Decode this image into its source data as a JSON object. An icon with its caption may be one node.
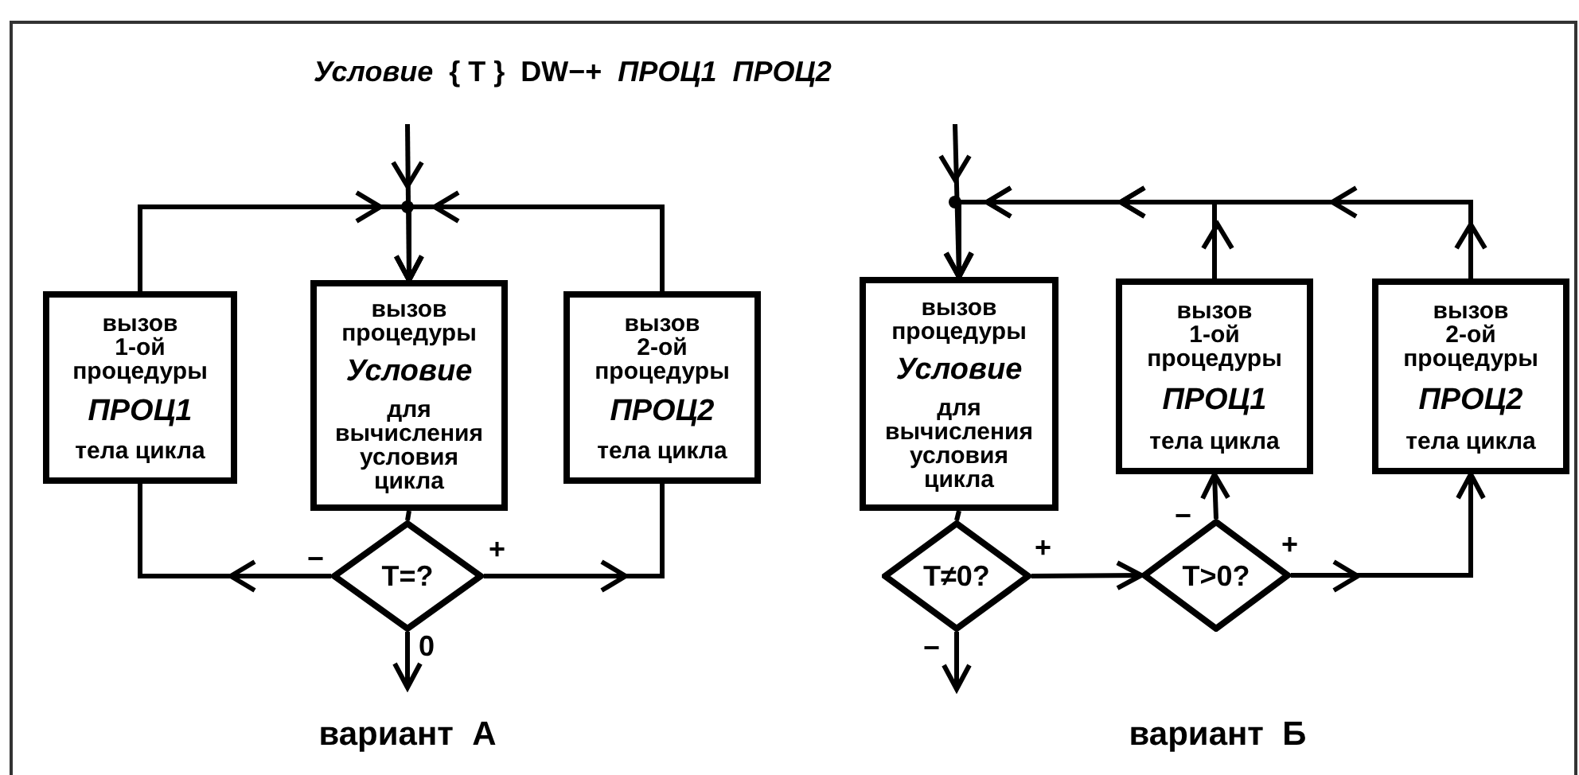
{
  "diagram": {
    "title": "*Условие*  { T }  DW−+  *ПРОЦ1*  *ПРОЦ2*",
    "nodes": [
      {
        "text": [
          "вызов 1-ой процедуры",
          "ПРОЦ1",
          "тела цикла"
        ]
      },
      {
        "text": [
          "вызов процедуры",
          "Условие",
          "для вычисления условия цикла"
        ]
      },
      {
        "text": [
          "вызов 2-ой процедуры",
          "ПРОЦ2",
          "тела цикла"
        ]
      },
      {
        "text": [
          "T=?"
        ]
      },
      {
        "text": [
          "вызов процедуры",
          "Условие",
          "для вычисления условия цикла"
        ]
      },
      {
        "text": [
          "вызов 1-ой процедуры",
          "ПРОЦ1",
          "тела цикла"
        ]
      },
      {
        "text": [
          "вызов 2-ой процедуры",
          "ПРОЦ2",
          "тела цикла"
        ]
      },
      {
        "text": [
          "T≠0?"
        ]
      },
      {
        "text": [
          "T>0?"
        ]
      }
    ],
    "edges": [
      {
        "from": null,
        "to": 1,
        "arrow": "to"
      },
      {
        "from": 0,
        "to": 1,
        "arrow": "to"
      },
      {
        "from": 2,
        "to": 1,
        "arrow": "to"
      },
      {
        "from": 1,
        "to": 3,
        "arrow": "none"
      },
      {
        "from": 3,
        "to": 0,
        "arrow": "to",
        "label": "−"
      },
      {
        "from": 3,
        "to": 2,
        "arrow": "to",
        "label": "+"
      },
      {
        "from": 3,
        "to": null,
        "arrow": "to",
        "label": "0"
      },
      {
        "from": null,
        "to": 4,
        "arrow": "to"
      },
      {
        "from": 5,
        "to": 4,
        "arrow": "to"
      },
      {
        "from": 6,
        "to": 4,
        "arrow": "to"
      },
      {
        "from": 4,
        "to": 7,
        "arrow": "none"
      },
      {
        "from": 7,
        "to": 8,
        "arrow": "to",
        "label": "+"
      },
      {
        "from": 7,
        "to": null,
        "arrow": "to",
        "label": "−"
      },
      {
        "from": 8,
        "to": 5,
        "arrow": "to",
        "label": "−"
      },
      {
        "from": 8,
        "to": 6,
        "arrow": "to",
        "label": "+"
      }
    ],
    "labels": [
      "вариант  А",
      "вариант  Б"
    ]
  }
}
